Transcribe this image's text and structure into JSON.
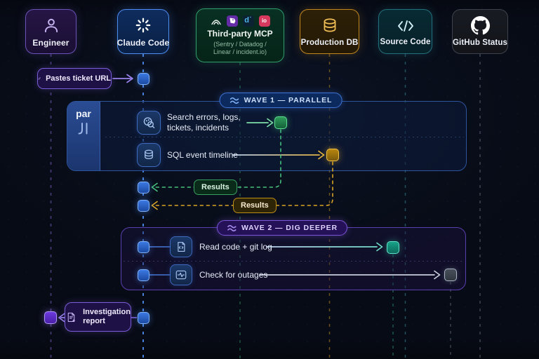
{
  "colors": {
    "accent-blue": "#4d8df0",
    "accent-purple": "#8a68e8",
    "accent-green": "#3fbf76",
    "accent-amber": "#dda62a",
    "accent-teal": "#35b39a",
    "accent-gray": "#98a3b3",
    "background": "#070b15"
  },
  "actors": {
    "engineer": {
      "label": "Engineer"
    },
    "claude": {
      "label": "Claude Code"
    },
    "mcp": {
      "label": "Third-party MCP",
      "sub1": "(Sentry / Datadog /",
      "sub2": "Linear / incident.io)",
      "icon_d_text": "d˙",
      "icon_io_text": "io"
    },
    "db": {
      "label": "Production DB"
    },
    "source": {
      "label": "Source Code"
    },
    "github": {
      "label": "GitHub Status"
    }
  },
  "flow": {
    "paste_ticket": {
      "label": "Pastes ticket URL"
    },
    "wave1": {
      "badge": "WAVE 1 — PARALLEL",
      "par": "par",
      "row1_line1": "Search errors, logs,",
      "row1_line2": "tickets, incidents",
      "row2": "SQL event timeline",
      "result1": "Results",
      "result2": "Results"
    },
    "wave2": {
      "badge": "WAVE 2 — DIG DEEPER",
      "row1": "Read code + git log",
      "row2": "Check for outages"
    },
    "report": {
      "line1": "Investigation",
      "line2": "report"
    }
  }
}
